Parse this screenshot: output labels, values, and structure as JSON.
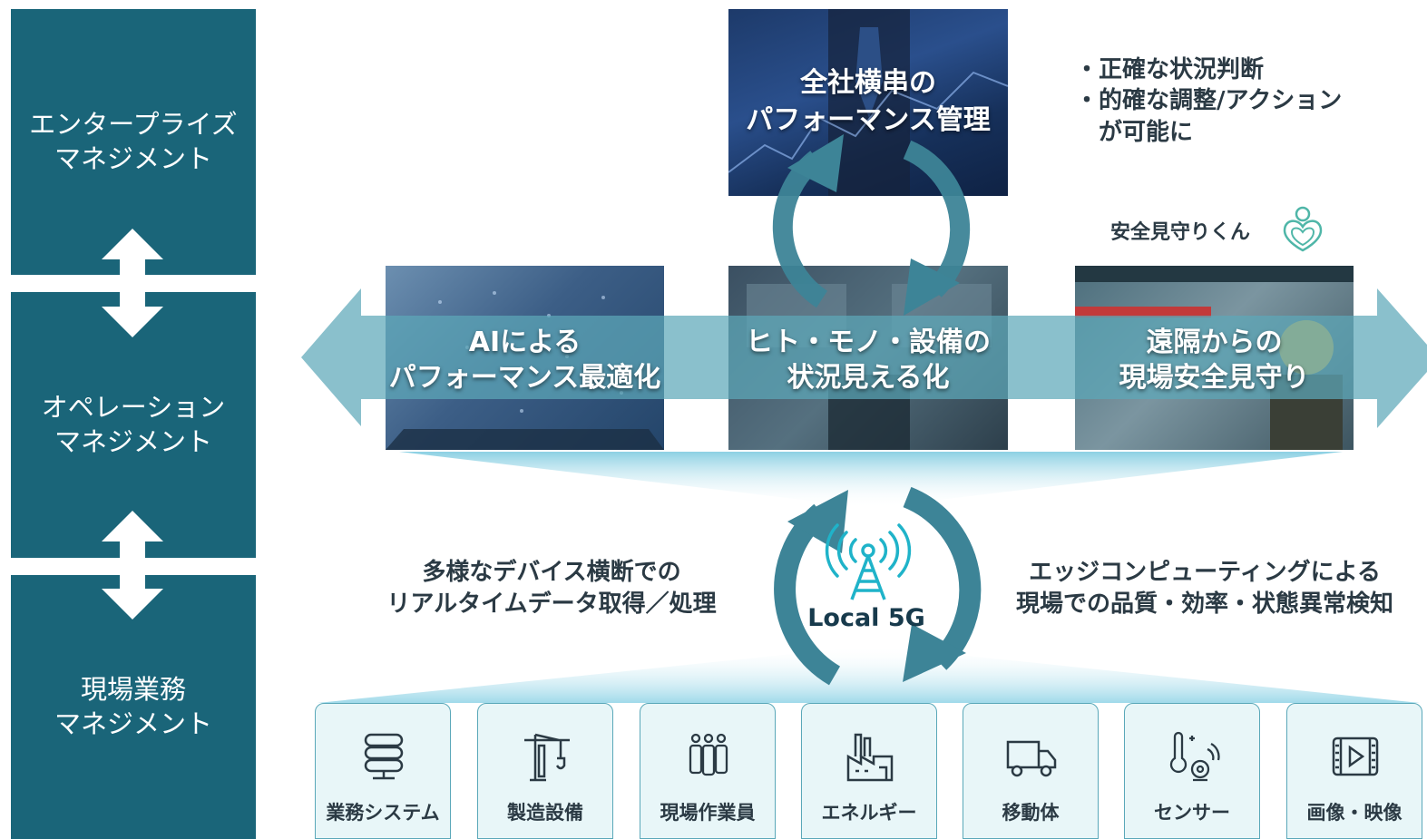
{
  "layers": [
    {
      "line1": "エンタープライズ",
      "line2": "マネジメント"
    },
    {
      "line1": "オペレーション",
      "line2": "マネジメント"
    },
    {
      "line1": "現場業務",
      "line2": "マネジメント"
    }
  ],
  "top_box": {
    "line1": "全社横串の",
    "line2": "パフォーマンス管理"
  },
  "bullets": [
    "・正確な状況判断",
    "・的確な調整/アクション",
    "　が可能に"
  ],
  "mascot": {
    "label": "安全見守りくん"
  },
  "middle_boxes": [
    {
      "line1": "AIによる",
      "line2": "パフォーマンス最適化"
    },
    {
      "line1": "ヒト・モノ・設備の",
      "line2": "状況見える化"
    },
    {
      "line1": "遠隔からの",
      "line2": "現場安全見守り"
    }
  ],
  "left_caption": {
    "line1": "多様なデバイス横断での",
    "line2": "リアルタイムデータ取得／処理"
  },
  "right_caption": {
    "line1": "エッジコンピューティングによる",
    "line2": "現場での品質・効率・状態異常検知"
  },
  "center_label": "Local 5G",
  "devices": [
    {
      "label": "業務システム",
      "icon": "server-icon"
    },
    {
      "label": "製造設備",
      "icon": "crane-icon"
    },
    {
      "label": "現場作業員",
      "icon": "workers-icon"
    },
    {
      "label": "エネルギー",
      "icon": "factory-icon"
    },
    {
      "label": "移動体",
      "icon": "truck-icon"
    },
    {
      "label": "センサー",
      "icon": "sensor-icon"
    },
    {
      "label": "画像・映像",
      "icon": "film-icon"
    }
  ],
  "colors": {
    "primary": "#1a6579",
    "arrow": "#5da8b9",
    "light": "#e8f6f8",
    "cycle": "#3d8497"
  }
}
